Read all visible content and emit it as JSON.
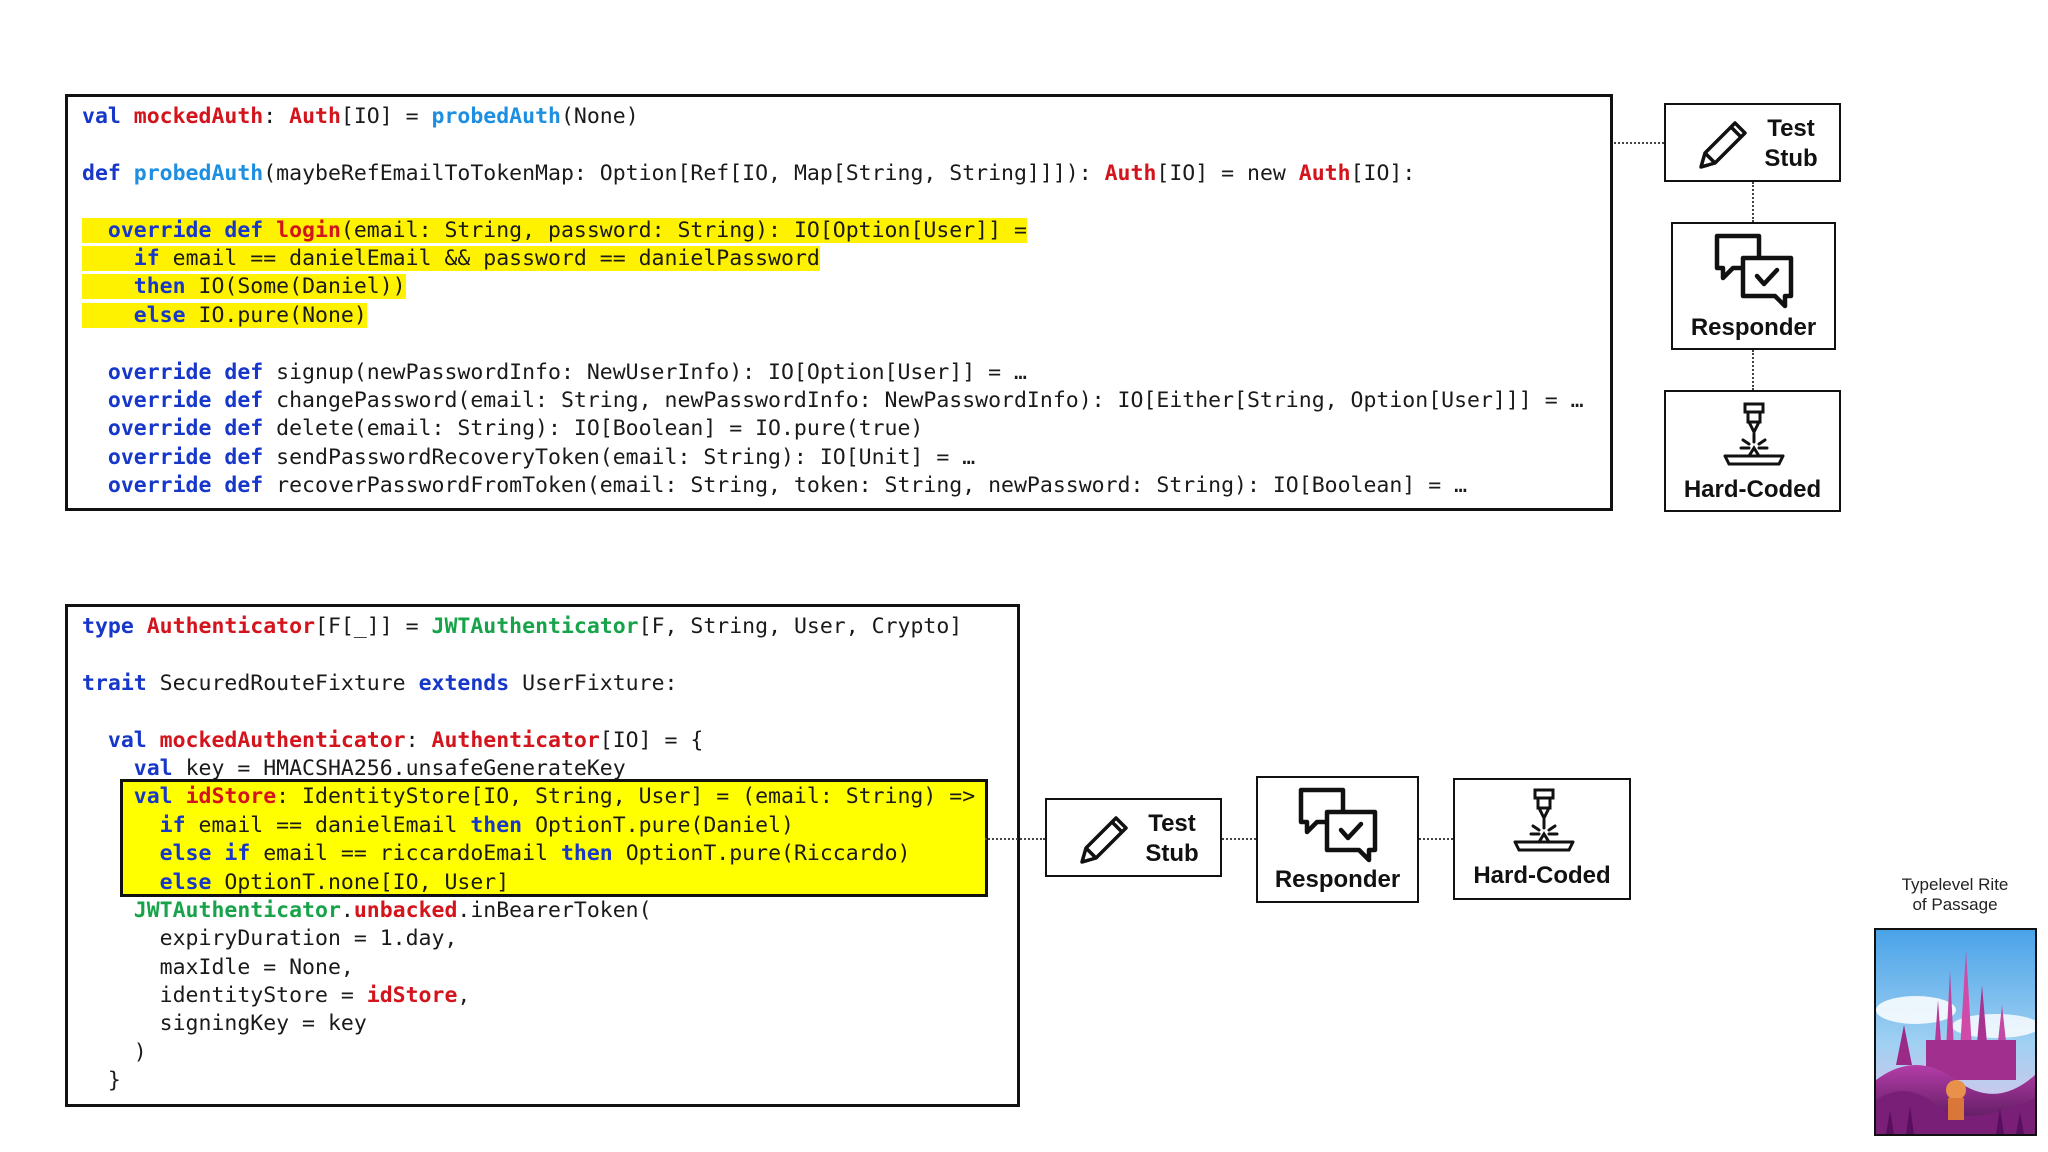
{
  "top_code": [
    [
      [
        "val ",
        "kw"
      ],
      [
        "mockedAuth",
        "ty"
      ],
      [
        ": ",
        "plain"
      ],
      [
        "Auth",
        "ty"
      ],
      [
        "[IO] = ",
        "plain"
      ],
      [
        "probedAuth",
        "fn"
      ],
      [
        "(None)",
        "plain"
      ]
    ],
    [],
    [
      [
        "def ",
        "kw"
      ],
      [
        "probedAuth",
        "fn"
      ],
      [
        "(maybeRefEmailToTokenMap: Option[Ref[IO, Map[String, String]]]): ",
        "plain"
      ],
      [
        "Auth",
        "ty"
      ],
      [
        "[IO] = new ",
        "plain"
      ],
      [
        "Auth",
        "ty"
      ],
      [
        "[IO]:",
        "plain"
      ]
    ],
    [],
    [
      [
        "  ",
        "plain"
      ],
      [
        "override def ",
        "kw"
      ],
      [
        "login",
        "ty"
      ],
      [
        "(email: String, password: String): IO[Option[User]] =",
        "plain"
      ]
    ],
    [
      [
        "    ",
        "plain"
      ],
      [
        "if ",
        "kw"
      ],
      [
        "email == danielEmail && password == danielPassword",
        "plain"
      ]
    ],
    [
      [
        "    ",
        "plain"
      ],
      [
        "then ",
        "kw"
      ],
      [
        "IO(Some(Daniel))",
        "plain"
      ]
    ],
    [
      [
        "    ",
        "plain"
      ],
      [
        "else ",
        "kw"
      ],
      [
        "IO.pure(None)",
        "plain"
      ]
    ],
    [],
    [
      [
        "  ",
        "plain"
      ],
      [
        "override def ",
        "kw"
      ],
      [
        "signup(newPasswordInfo: NewUserInfo): IO[Option[User]] = …",
        "plain"
      ]
    ],
    [
      [
        "  ",
        "plain"
      ],
      [
        "override def ",
        "kw"
      ],
      [
        "changePassword(email: String, newPasswordInfo: NewPasswordInfo): IO[Either[String, Option[User]]] = …",
        "plain"
      ]
    ],
    [
      [
        "  ",
        "plain"
      ],
      [
        "override def ",
        "kw"
      ],
      [
        "delete(email: String): IO[Boolean] = IO.pure(true)",
        "plain"
      ]
    ],
    [
      [
        "  ",
        "plain"
      ],
      [
        "override def ",
        "kw"
      ],
      [
        "sendPasswordRecoveryToken(email: String): IO[Unit] = …",
        "plain"
      ]
    ],
    [
      [
        "  ",
        "plain"
      ],
      [
        "override def ",
        "kw"
      ],
      [
        "recoverPasswordFromToken(email: String, token: String, newPassword: String): IO[Boolean] = …",
        "plain"
      ]
    ]
  ],
  "top_highlight_lines": [
    4,
    5,
    6,
    7
  ],
  "bottom_code": [
    [
      [
        "type ",
        "kw"
      ],
      [
        "Authenticator",
        "ty"
      ],
      [
        "[F[_]] = ",
        "plain"
      ],
      [
        "JWTAuthenticator",
        "gr"
      ],
      [
        "[F, String, User, Crypto]",
        "plain"
      ]
    ],
    [],
    [
      [
        "trait ",
        "kw"
      ],
      [
        "SecuredRouteFixture ",
        "plain"
      ],
      [
        "extends ",
        "kw"
      ],
      [
        "UserFixture:",
        "plain"
      ]
    ],
    [],
    [
      [
        "  ",
        "plain"
      ],
      [
        "val ",
        "kw"
      ],
      [
        "mockedAuthenticator",
        "ty"
      ],
      [
        ": ",
        "plain"
      ],
      [
        "Authenticator",
        "ty"
      ],
      [
        "[IO] = {",
        "plain"
      ]
    ],
    [
      [
        "    ",
        "plain"
      ],
      [
        "val ",
        "kw"
      ],
      [
        "key = HMACSHA256.unsafeGenerateKey",
        "plain"
      ]
    ],
    [
      [
        "    ",
        "plain"
      ],
      [
        "val ",
        "kw"
      ],
      [
        "idStore",
        "ty"
      ],
      [
        ": IdentityStore[IO, String, User] = (email: String) =>",
        "plain"
      ]
    ],
    [
      [
        "      ",
        "plain"
      ],
      [
        "if ",
        "kw"
      ],
      [
        "email == danielEmail ",
        "plain"
      ],
      [
        "then ",
        "kw"
      ],
      [
        "OptionT.pure(Daniel)",
        "plain"
      ]
    ],
    [
      [
        "      ",
        "plain"
      ],
      [
        "else if ",
        "kw"
      ],
      [
        "email == riccardoEmail ",
        "plain"
      ],
      [
        "then ",
        "kw"
      ],
      [
        "OptionT.pure(Riccardo)",
        "plain"
      ]
    ],
    [
      [
        "      ",
        "plain"
      ],
      [
        "else ",
        "kw"
      ],
      [
        "OptionT.none[IO, User]",
        "plain"
      ]
    ],
    [
      [
        "    ",
        "plain"
      ],
      [
        "JWTAuthenticator",
        "gr"
      ],
      [
        ".",
        "plain"
      ],
      [
        "unbacked",
        "ty"
      ],
      [
        ".inBearerToken(",
        "plain"
      ]
    ],
    [
      [
        "      expiryDuration = 1.day,",
        "plain"
      ]
    ],
    [
      [
        "      maxIdle = None,",
        "plain"
      ]
    ],
    [
      [
        "      identityStore = ",
        "plain"
      ],
      [
        "idStore",
        "ty"
      ],
      [
        ",",
        "plain"
      ]
    ],
    [
      [
        "      signingKey = key",
        "plain"
      ]
    ],
    [
      [
        "    )",
        "plain"
      ]
    ],
    [
      [
        "  }",
        "plain"
      ]
    ]
  ],
  "cards": {
    "test_stub": {
      "line1": "Test",
      "line2": "Stub",
      "icon": "pencil-icon"
    },
    "responder": {
      "label": "Responder",
      "icon": "chat-bubbles-icon"
    },
    "hard_coded": {
      "label": "Hard-Coded",
      "icon": "laser-cutter-icon"
    }
  },
  "caption": {
    "line1": "Typelevel Rite",
    "line2": "of Passage"
  },
  "colors": {
    "keyword": "#1637c9",
    "function": "#1e8fe0",
    "type": "#d4141c",
    "green": "#17a34a",
    "highlight": "#fff200"
  }
}
